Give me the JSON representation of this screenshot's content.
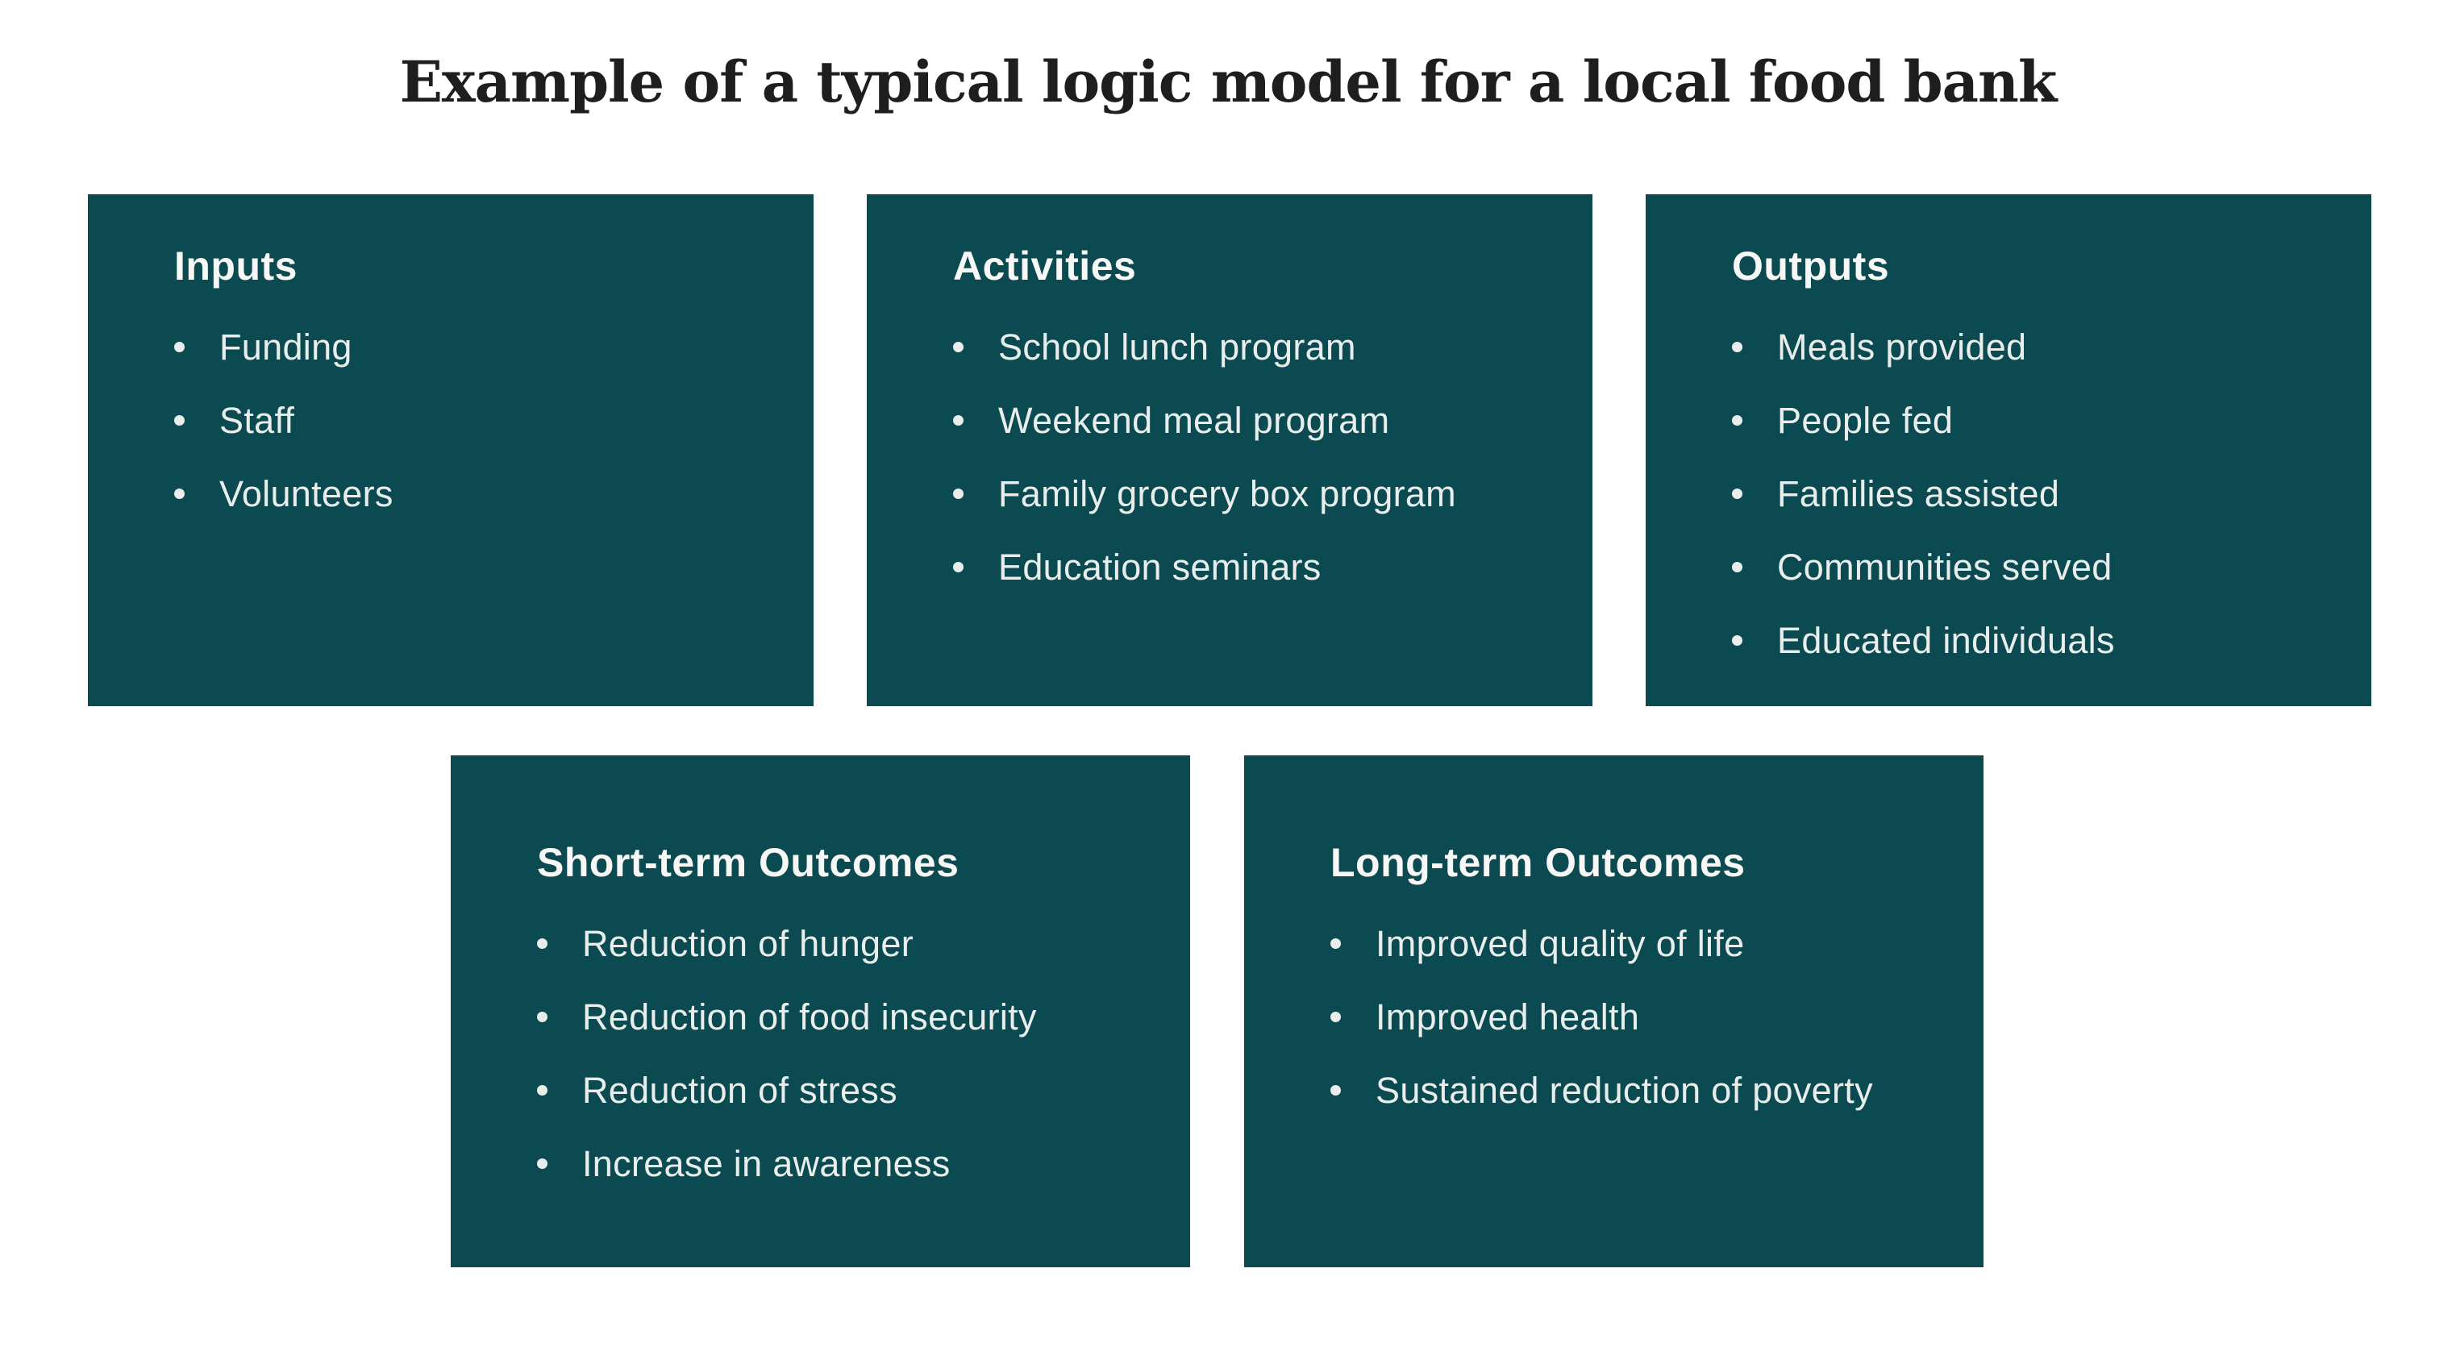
{
  "title": "Example of a typical logic model for a local food bank",
  "theme": {
    "box_background": "#0a4a50",
    "box_text": "#e9eeed",
    "heading_text": "#f7f8f6",
    "page_background": "#ffffff",
    "title_text": "#1e1e1e"
  },
  "boxes": [
    {
      "title": "Inputs",
      "items": [
        "Funding",
        "Staff",
        "Volunteers"
      ]
    },
    {
      "title": "Activities",
      "items": [
        "School lunch program",
        "Weekend meal program",
        "Family grocery box program",
        "Education seminars"
      ]
    },
    {
      "title": "Outputs",
      "items": [
        "Meals provided",
        "People fed",
        "Families assisted",
        "Communities served",
        "Educated individuals"
      ]
    },
    {
      "title": "Short-term Outcomes",
      "items": [
        "Reduction of hunger",
        "Reduction of food insecurity",
        "Reduction of stress",
        "Increase in awareness"
      ]
    },
    {
      "title": "Long-term Outcomes",
      "items": [
        "Improved quality of life",
        "Improved health",
        "Sustained reduction of poverty"
      ]
    }
  ]
}
